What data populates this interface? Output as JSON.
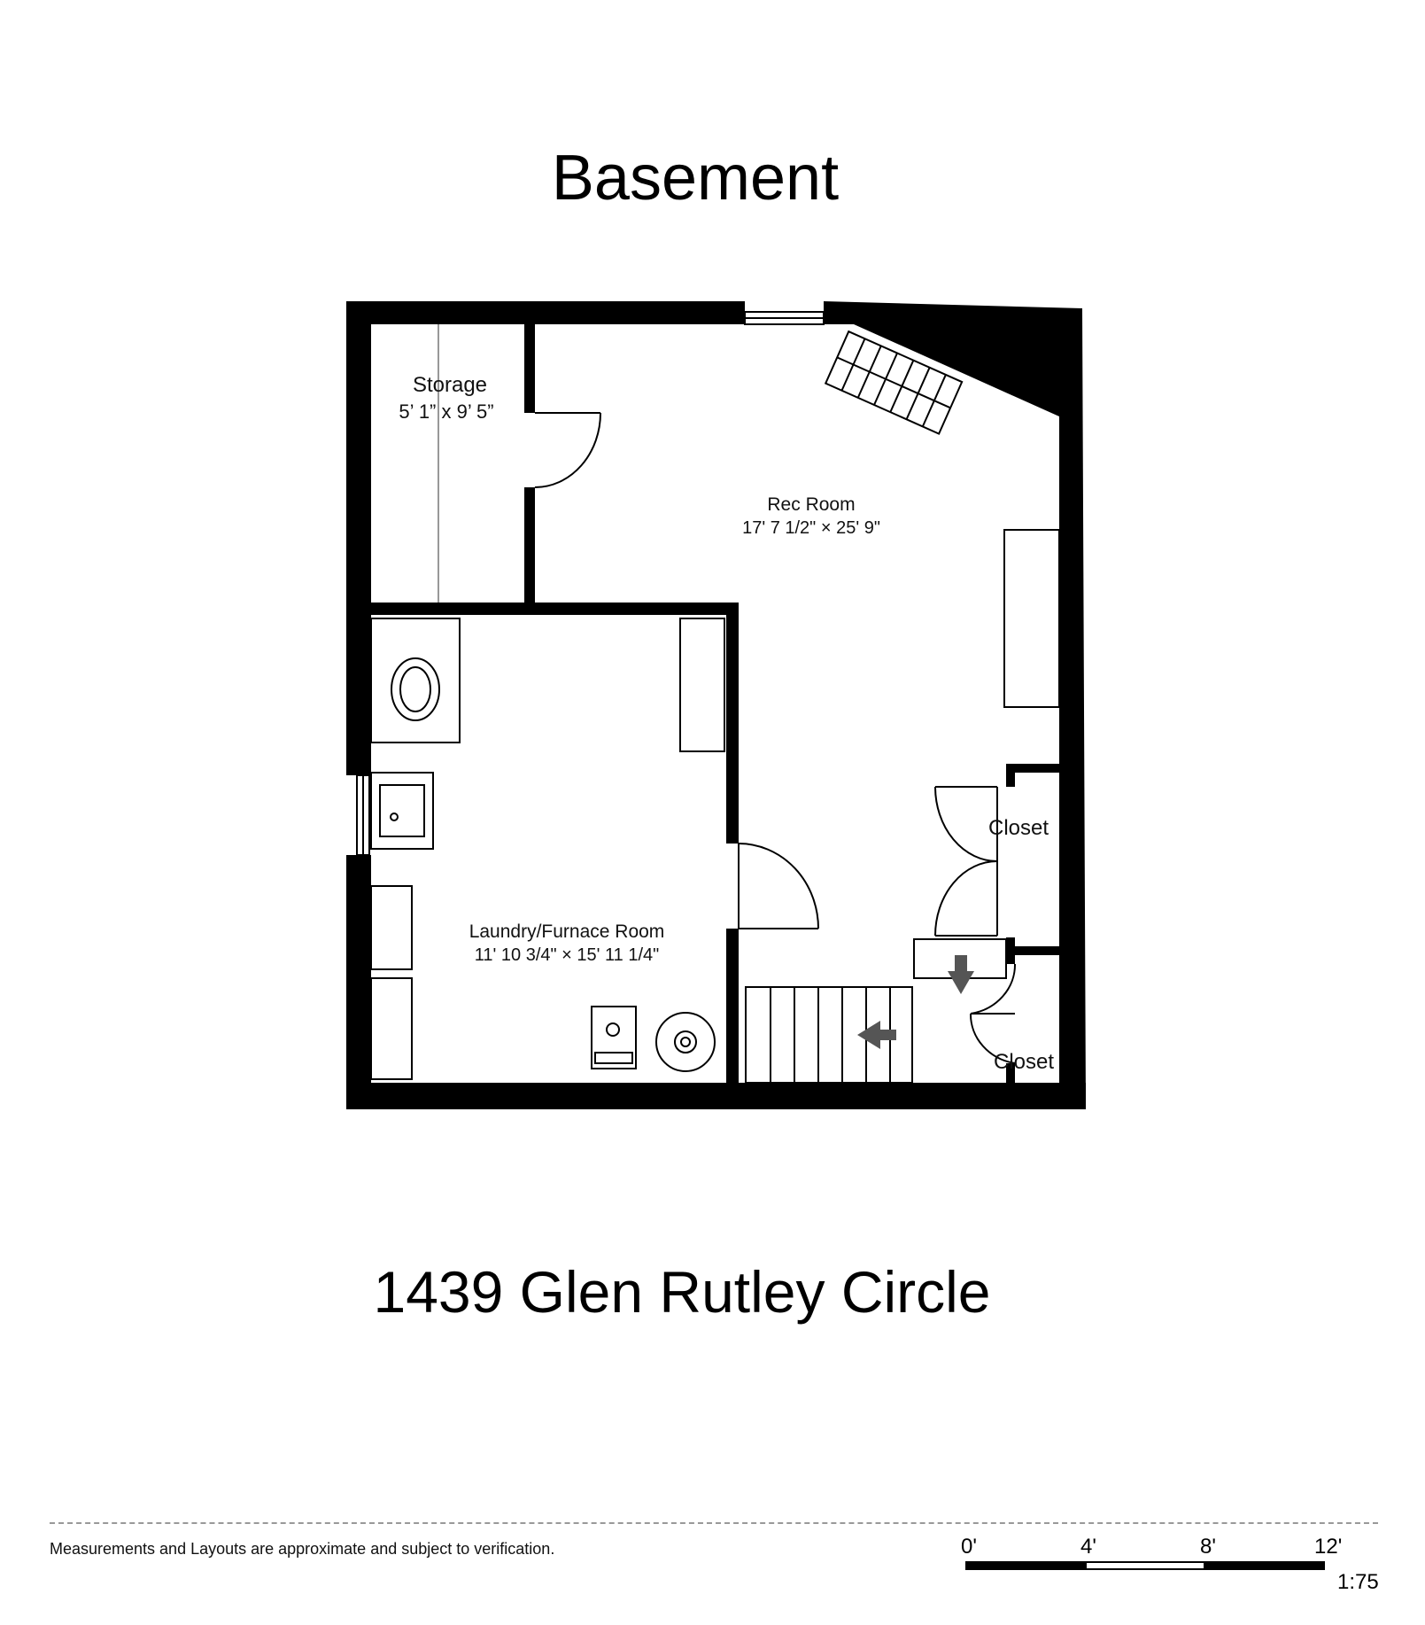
{
  "title": "Basement",
  "address": "1439 Glen Rutley Circle",
  "disclaimer": "Measurements and Layouts are approximate and subject to verification.",
  "rooms": {
    "storage": {
      "name": "Storage",
      "dims": "5’ 1” x 9’ 5”"
    },
    "rec_room": {
      "name": "Rec Room",
      "dims": "17' 7 1/2\" × 25' 9\""
    },
    "closet_upper": {
      "name": "Closet"
    },
    "closet_lower": {
      "name": "Closet"
    },
    "laundry": {
      "name": "Laundry/Furnace Room",
      "dims": "11' 10 3/4\" × 15' 11 1/4\""
    }
  },
  "scale": {
    "ticks": [
      "0'",
      "4'",
      "8'",
      "12'"
    ],
    "ratio": "1:75"
  },
  "colors": {
    "wall": "#000000",
    "arrow": "#555555",
    "divider": "#999999"
  }
}
